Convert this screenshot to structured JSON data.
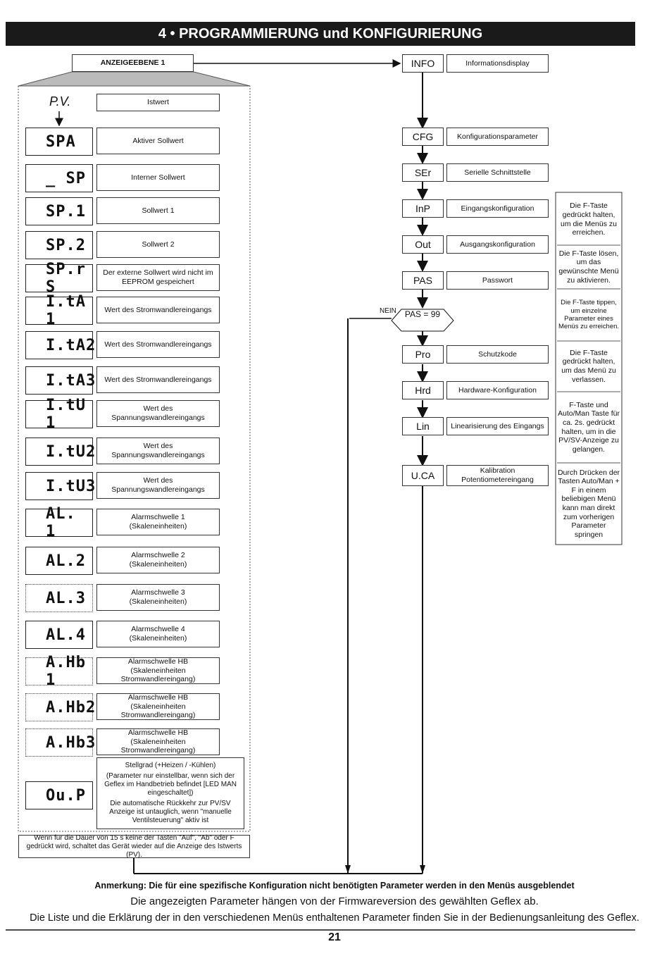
{
  "header": {
    "title": "4 • PROGRAMMIERUNG und KONFIGURIERUNG"
  },
  "left": {
    "group_label": "ANZEIGEEBENE 1",
    "pv_label": "P.V.",
    "pv_desc": "Istwert",
    "params": [
      {
        "code": "SPA",
        "desc": "Aktiver Sollwert"
      },
      {
        "code": "_ SP",
        "desc": "Interner Sollwert"
      },
      {
        "code": "SP.1",
        "desc": "Sollwert 1"
      },
      {
        "code": "SP.2",
        "desc": "Sollwert 2"
      },
      {
        "code": "SP.r S",
        "desc": "Der externe Sollwert wird nicht im EEPROM gespeichert"
      },
      {
        "code": "I.tA 1",
        "desc": "Wert des Stromwandlereingangs"
      },
      {
        "code": "I.tA2",
        "desc": "Wert des Stromwandlereingangs"
      },
      {
        "code": "I.tA3",
        "desc": "Wert des Stromwandlereingangs"
      },
      {
        "code": "I.tU 1",
        "desc": "Wert des Spannungswandlereingangs"
      },
      {
        "code": "I.tU2",
        "desc": "Wert des Spannungswandlereingangs"
      },
      {
        "code": "I.tU3",
        "desc": "Wert des Spannungswandlereingangs"
      },
      {
        "code": "AL. 1",
        "desc": "Alarmschwelle 1 (Skaleneinheiten)"
      },
      {
        "code": "AL.2",
        "desc": "Alarmschwelle 2 (Skaleneinheiten)"
      },
      {
        "code": "AL.3",
        "desc": "Alarmschwelle 3 (Skaleneinheiten)"
      },
      {
        "code": "AL.4",
        "desc": "Alarmschwelle 4 (Skaleneinheiten)"
      },
      {
        "code": "A.Hb 1",
        "desc": "Alarmschwelle HB (Skaleneinheiten Stromwandlereingang)"
      },
      {
        "code": "A.Hb2",
        "desc": "Alarmschwelle HB (Skaleneinheiten Stromwandlereingang)"
      },
      {
        "code": "A.Hb3",
        "desc": "Alarmschwelle HB (Skaleneinheiten Stromwandlereingang)"
      }
    ],
    "oup_code": "Ou.P",
    "oup_desc_1": "Stellgrad (+Heizen / -Kühlen)",
    "oup_desc_2": "(Parameter nur einstellbar, wenn sich der Geflex im Handbetrieb befindet [LED MAN eingeschaltet])",
    "oup_desc_3": "Die automatische Rückkehr zur PV/SV Anzeige ist untauglich, wenn \"manuelle Ventilsteuerung\" aktiv ist",
    "timeout_note": "Wenn für die Dauer von 15 s keine der Tasten \"Auf\", \"Ab\" oder F gedrückt wird, schaltet das Gerät wieder auf die Anzeige des Istwerts (PV)."
  },
  "right": {
    "menus": [
      {
        "code": "INFO",
        "desc": "Informationsdisplay"
      },
      {
        "code": "CFG",
        "desc": "Konfigurationsparameter"
      },
      {
        "code": "SEr",
        "desc": "Serielle Schnittstelle"
      },
      {
        "code": "InP",
        "desc": "Eingangskonfiguration"
      },
      {
        "code": "Out",
        "desc": "Ausgangskonfiguration"
      },
      {
        "code": "PAS",
        "desc": "Passwort"
      },
      {
        "code": "Pro",
        "desc": "Schutzkode"
      },
      {
        "code": "Hrd",
        "desc": "Hardware-Konfiguration"
      },
      {
        "code": "Lin",
        "desc": "Linearisierung des Eingangs"
      },
      {
        "code": "U.CA",
        "desc": "Kalibration Potentiometereingang"
      }
    ],
    "decision": "PAS = 99",
    "no_label": "NEIN"
  },
  "side_notes": [
    "Die F-Taste gedrückt halten, um die Menüs zu erreichen.",
    "Die F-Taste lösen, um das gewünschte Menü zu aktivieren.",
    "Die F-Taste tippen, um einzelne Parameter eines Menüs zu erreichen.",
    "Die F-Taste gedrückt halten, um das Menü zu verlassen.",
    "F-Taste und Auto/Man Taste für ca. 2s. gedrückt halten, um in die PV/SV-Anzeige zu gelangen.",
    "Durch Drücken der Tasten Auto/Man + F in einem beliebigen Menü kann man direkt zum vorherigen Parameter springen"
  ],
  "footer": {
    "remark": "Anmerkung: Die für eine spezifische Konfiguration nicht benötigten Parameter werden in den Menüs ausgeblendet",
    "line2": "Die angezeigten Parameter hängen von der Firmwareversion des gewählten Geflex ab.",
    "line3": "Die Liste und die Erklärung der in den verschiedenen Menüs enthaltenen Parameter finden Sie in der Bedienungsanleitung des Geflex.",
    "page_number": "21"
  }
}
